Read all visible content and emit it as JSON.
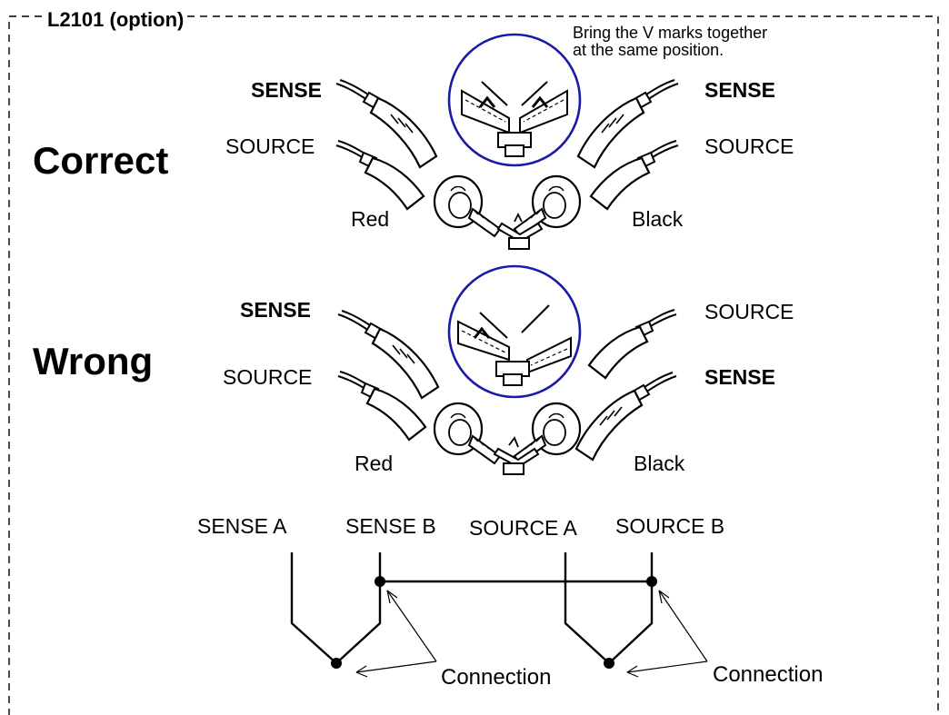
{
  "frame": {
    "title": "L2101 (option)"
  },
  "instruction": {
    "line1": "Bring the V marks together",
    "line2": "at the same position."
  },
  "correct": {
    "heading": "Correct",
    "left_sense": "SENSE",
    "left_source": "SOURCE",
    "right_sense": "SENSE",
    "right_source": "SOURCE",
    "left_color": "Red",
    "right_color": "Black"
  },
  "wrong": {
    "heading": "Wrong",
    "left_sense": "SENSE",
    "left_source": "SOURCE",
    "right_source": "SOURCE",
    "right_sense": "SENSE",
    "left_color": "Red",
    "right_color": "Black"
  },
  "wiring": {
    "terminals": [
      "SENSE A",
      "SENSE B",
      "SOURCE A",
      "SOURCE B"
    ],
    "connection_left": "Connection",
    "connection_right": "Connection"
  },
  "colors": {
    "lens_circle": "#1a1aa6",
    "line": "#000000"
  }
}
